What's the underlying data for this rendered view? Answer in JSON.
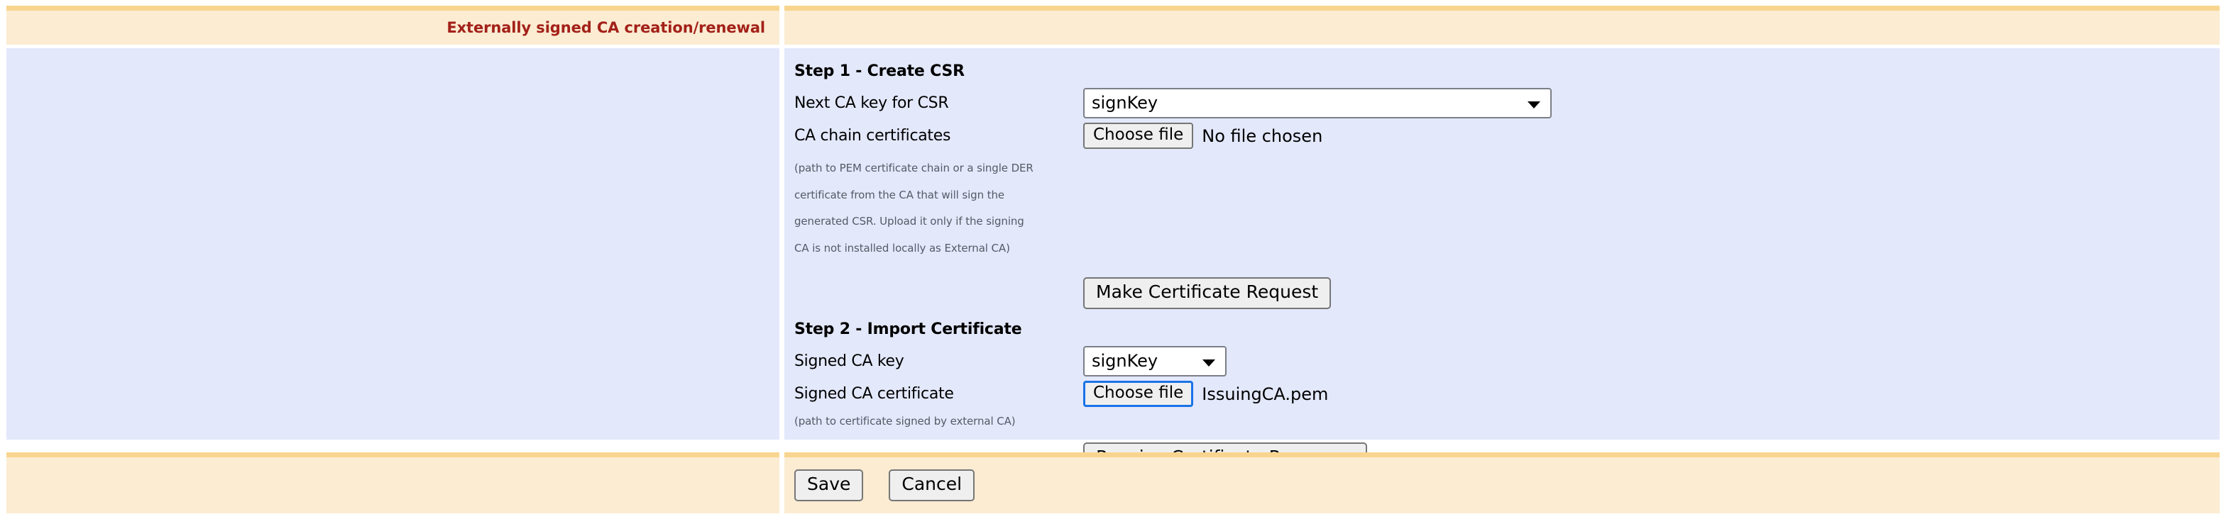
{
  "header": {
    "title": "Externally signed CA creation/renewal"
  },
  "theme": {
    "header_band_bg": "#fbecd2",
    "header_band_top_strip": "#f8d58e",
    "main_band_bg": "#e3e8fb",
    "title_color": "#a32119",
    "focus_ring_color": "#1a73e8",
    "button_face": "#efefef",
    "button_border": "#767676"
  },
  "step1": {
    "heading": "Step 1 - Create CSR",
    "key_label": "Next CA key for CSR",
    "key_value": "signKey",
    "chain_label": "CA chain certificates",
    "chain_choose_label": "Choose file",
    "chain_filename": "No file chosen",
    "help_lines": [
      "(path to PEM certificate chain or a single DER",
      "certificate from the CA that will sign the",
      "generated CSR. Upload it only if the signing",
      "CA is not installed locally as External CA)"
    ],
    "submit_label": "Make Certificate Request"
  },
  "step2": {
    "heading": "Step 2 - Import Certificate",
    "key_label": "Signed CA key",
    "key_value": "signKey",
    "cert_label": "Signed CA certificate",
    "cert_choose_label": "Choose file",
    "cert_filename": "IssuingCA.pem",
    "help_lines": [
      "(path to certificate signed by external CA)"
    ],
    "submit_label": "Receive Certificate Response"
  },
  "footer": {
    "save_label": "Save",
    "cancel_label": "Cancel"
  }
}
